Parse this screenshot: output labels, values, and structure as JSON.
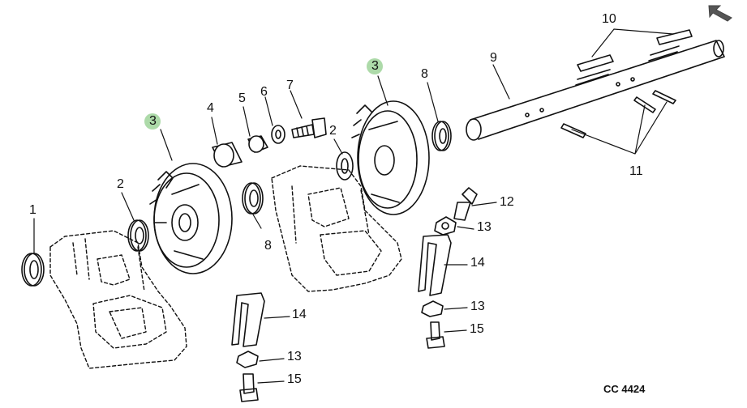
{
  "drawing_code": "CC 4424",
  "highlight_color": "#9fd39a",
  "nav_icon": "arrow-up-left-icon",
  "callouts": [
    {
      "id": "c1",
      "text": "1"
    },
    {
      "id": "c2a",
      "text": "2"
    },
    {
      "id": "c3a",
      "text": "3"
    },
    {
      "id": "c4",
      "text": "4"
    },
    {
      "id": "c5",
      "text": "5"
    },
    {
      "id": "c6",
      "text": "6"
    },
    {
      "id": "c7",
      "text": "7"
    },
    {
      "id": "c2b",
      "text": "2"
    },
    {
      "id": "c3b",
      "text": "3"
    },
    {
      "id": "c8a",
      "text": "8"
    },
    {
      "id": "c8b",
      "text": "8"
    },
    {
      "id": "c9",
      "text": "9"
    },
    {
      "id": "c10",
      "text": "10"
    },
    {
      "id": "c11",
      "text": "11"
    },
    {
      "id": "c12",
      "text": "12"
    },
    {
      "id": "c13a",
      "text": "13"
    },
    {
      "id": "c14a",
      "text": "14"
    },
    {
      "id": "c13b",
      "text": "13"
    },
    {
      "id": "c15a",
      "text": "15"
    },
    {
      "id": "c14b",
      "text": "14"
    },
    {
      "id": "c13c",
      "text": "13"
    },
    {
      "id": "c15b",
      "text": "15"
    }
  ]
}
